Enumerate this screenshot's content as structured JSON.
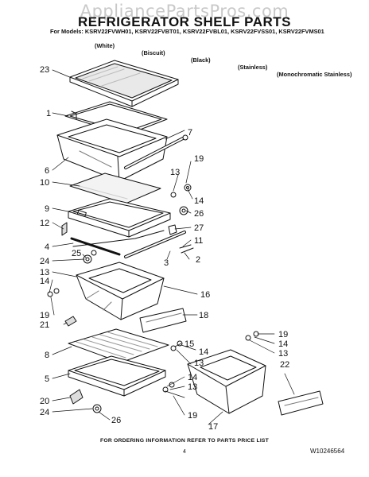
{
  "watermark": "AppliancePartsPros.com",
  "title": "REFRIGERATOR SHELF PARTS",
  "models_line": "For Models: KSRV22FVWH01, KSRV22FVBT01, KSRV22FVBL01, KSRV22FVSS01, KSRV22FVMS01",
  "finishes": [
    "(White)",
    "(Biscuit)",
    "(Black)",
    "(Stainless)",
    "(Monochromatic Stainless)"
  ],
  "callouts": [
    "23",
    "1",
    "7",
    "6",
    "19",
    "13",
    "10",
    "14",
    "9",
    "26",
    "12",
    "27",
    "4",
    "11",
    "25",
    "3",
    "2",
    "24",
    "13",
    "14",
    "16",
    "19",
    "21",
    "18",
    "8",
    "19",
    "15",
    "14",
    "13",
    "14",
    "13",
    "22",
    "5",
    "14",
    "20",
    "13",
    "24",
    "26",
    "19",
    "17"
  ],
  "footer_text": "FOR ORDERING INFORMATION REFER TO PARTS PRICE LIST",
  "page_number": "4",
  "document_number": "W10246564",
  "colors": {
    "ink": "#111111",
    "watermark": "#c9c9c9",
    "background": "#ffffff"
  }
}
